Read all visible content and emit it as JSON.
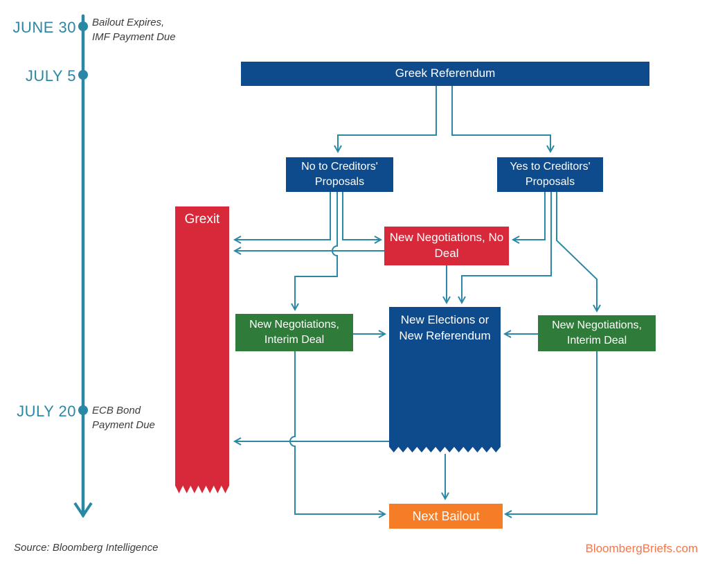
{
  "colors": {
    "navy": "#0d4b8c",
    "red": "#d8293b",
    "green": "#2f7b39",
    "orange": "#f57d28",
    "teal_connector": "#2b88a5",
    "link_orange": "#f5764a",
    "note_gray": "#3c3c3c"
  },
  "timeline": {
    "events": [
      {
        "date": "JUNE 30",
        "note": "Bailout Expires,\nIMF Payment Due"
      },
      {
        "date": "JULY 5",
        "note": ""
      },
      {
        "date": "JULY 20",
        "note": "ECB Bond\nPayment Due"
      }
    ]
  },
  "nodes": {
    "greek_referendum": {
      "label": "Greek Referendum",
      "color": "#0d4b8c"
    },
    "no_proposals": {
      "label": "No to Creditors' Proposals",
      "color": "#0d4b8c"
    },
    "yes_proposals": {
      "label": "Yes to Creditors' Proposals",
      "color": "#0d4b8c"
    },
    "grexit": {
      "label": "Grexit",
      "color": "#d8293b"
    },
    "new_negotiations_no_deal": {
      "label": "New Negotiations, No Deal",
      "color": "#d8293b"
    },
    "new_negotiations_interim_left": {
      "label": "New Negotiations, Interim Deal",
      "color": "#2f7b39"
    },
    "new_elections": {
      "label": "New Elections or New Referendum",
      "color": "#0d4b8c"
    },
    "new_negotiations_interim_right": {
      "label": "New Negotiations, Interim Deal",
      "color": "#2f7b39"
    },
    "next_bailout": {
      "label": "Next Bailout",
      "color": "#f57d28"
    }
  },
  "edges": [
    {
      "from": "Greek Referendum",
      "to": "No to Creditors' Proposals"
    },
    {
      "from": "Greek Referendum",
      "to": "Yes to Creditors' Proposals"
    },
    {
      "from": "No to Creditors' Proposals",
      "to": "Grexit"
    },
    {
      "from": "No to Creditors' Proposals",
      "to": "New Negotiations, No Deal"
    },
    {
      "from": "No to Creditors' Proposals",
      "to": "New Negotiations, Interim Deal (left)"
    },
    {
      "from": "New Negotiations, No Deal",
      "to": "Grexit"
    },
    {
      "from": "New Negotiations, No Deal",
      "to": "New Elections or New Referendum"
    },
    {
      "from": "Yes to Creditors' Proposals",
      "to": "New Negotiations, No Deal"
    },
    {
      "from": "Yes to Creditors' Proposals",
      "to": "New Elections or New Referendum"
    },
    {
      "from": "Yes to Creditors' Proposals",
      "to": "New Negotiations, Interim Deal (right)"
    },
    {
      "from": "New Negotiations, Interim Deal (left)",
      "to": "New Elections or New Referendum"
    },
    {
      "from": "New Negotiations, Interim Deal (right)",
      "to": "New Elections or New Referendum"
    },
    {
      "from": "New Elections or New Referendum",
      "to": "Grexit"
    },
    {
      "from": "New Elections or New Referendum",
      "to": "Next Bailout"
    },
    {
      "from": "New Negotiations, Interim Deal (left)",
      "to": "Next Bailout"
    },
    {
      "from": "New Negotiations, Interim Deal (right)",
      "to": "Next Bailout"
    }
  ],
  "footer": {
    "source": "Source: Bloomberg Intelligence",
    "site": "BloombergBriefs.com"
  }
}
